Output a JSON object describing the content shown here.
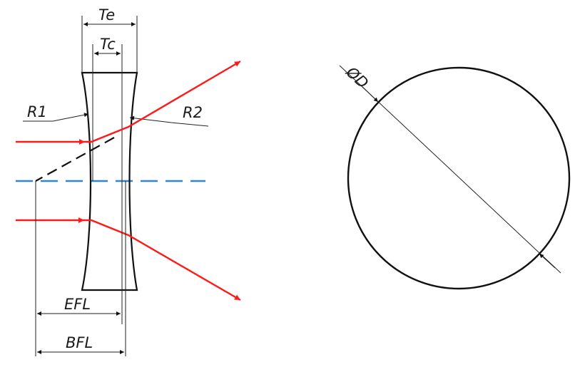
{
  "labels": {
    "te": "Te",
    "tc": "Tc",
    "r1": "R1",
    "r2": "R2",
    "efl": "EFL",
    "bfl": "BFL",
    "diameter": "ØD"
  },
  "colors": {
    "ray": "#ff1a1a",
    "axis": "#2f86d6",
    "line": "#111111"
  }
}
